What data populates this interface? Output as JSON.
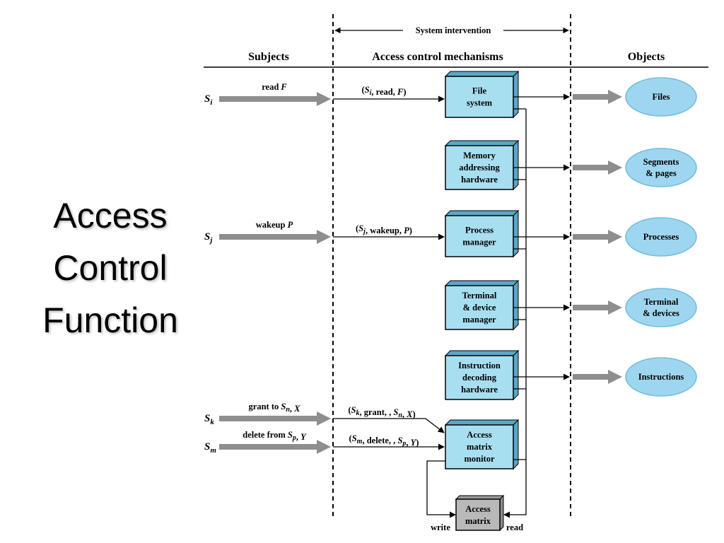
{
  "slide": {
    "title_lines": [
      "Access",
      "Control",
      "Function"
    ]
  },
  "headers": {
    "system_intervention": "System intervention",
    "subjects": "Subjects",
    "mechanisms": "Access control mechanisms",
    "objects": "Objects"
  },
  "subjects": [
    {
      "base": "S",
      "sub": "i"
    },
    {
      "base": "S",
      "sub": "j"
    },
    {
      "base": "S",
      "sub": "k"
    },
    {
      "base": "S",
      "sub": "m"
    }
  ],
  "requests": [
    {
      "parts": [
        {
          "t": "read "
        },
        {
          "t": "F",
          "i": true
        }
      ]
    },
    {
      "parts": [
        {
          "t": "wakeup "
        },
        {
          "t": "P",
          "i": true
        }
      ]
    },
    {
      "parts": [
        {
          "t": "grant    to "
        },
        {
          "t": "S",
          "i": true
        },
        {
          "t": "n",
          "s": true
        },
        {
          "t": ", "
        },
        {
          "t": "X",
          "i": true
        }
      ]
    },
    {
      "parts": [
        {
          "t": "delete    from "
        },
        {
          "t": "S",
          "i": true
        },
        {
          "t": "p",
          "s": true
        },
        {
          "t": ", "
        },
        {
          "t": "Y",
          "i": true
        }
      ]
    }
  ],
  "messages": [
    {
      "parts": [
        {
          "t": "("
        },
        {
          "t": "S",
          "i": true
        },
        {
          "t": "i",
          "s": true
        },
        {
          "t": ", read, "
        },
        {
          "t": "F",
          "i": true
        },
        {
          "t": ")"
        }
      ]
    },
    {
      "parts": [
        {
          "t": "("
        },
        {
          "t": "S",
          "i": true
        },
        {
          "t": "j",
          "s": true
        },
        {
          "t": ", wakeup, "
        },
        {
          "t": "P",
          "i": true
        },
        {
          "t": ")"
        }
      ]
    },
    {
      "parts": [
        {
          "t": "("
        },
        {
          "t": "S",
          "i": true
        },
        {
          "t": "k",
          "s": true
        },
        {
          "t": ", grant,    , "
        },
        {
          "t": "S",
          "i": true
        },
        {
          "t": "n",
          "s": true
        },
        {
          "t": ", "
        },
        {
          "t": "X",
          "i": true
        },
        {
          "t": ")"
        }
      ]
    },
    {
      "parts": [
        {
          "t": "("
        },
        {
          "t": "S",
          "i": true
        },
        {
          "t": "m",
          "s": true
        },
        {
          "t": ", delete,    , "
        },
        {
          "t": "S",
          "i": true
        },
        {
          "t": "p",
          "s": true
        },
        {
          "t": ", "
        },
        {
          "t": "Y",
          "i": true
        },
        {
          "t": ")"
        }
      ]
    }
  ],
  "mechanisms": [
    {
      "lines": [
        "File",
        "system"
      ]
    },
    {
      "lines": [
        "Memory",
        "addressing",
        "hardware"
      ]
    },
    {
      "lines": [
        "Process",
        "manager"
      ]
    },
    {
      "lines": [
        "Terminal",
        "& device",
        "manager"
      ]
    },
    {
      "lines": [
        "Instruction",
        "decoding",
        "hardware"
      ]
    },
    {
      "lines": [
        "Access",
        "matrix",
        "monitor"
      ]
    }
  ],
  "access_matrix": {
    "lines": [
      "Access",
      "matrix"
    ]
  },
  "matrix_io": {
    "write": "write",
    "read": "read"
  },
  "objects": [
    {
      "lines": [
        "Files"
      ]
    },
    {
      "lines": [
        "Segments",
        "& pages"
      ]
    },
    {
      "lines": [
        "Processes"
      ]
    },
    {
      "lines": [
        "Terminal",
        "& devices"
      ]
    },
    {
      "lines": [
        "Instructions"
      ]
    }
  ],
  "colors": {
    "box_fill": "#a8dff0",
    "box_side": "#5aa7c7",
    "object_fill": "#9fd6ef",
    "object_edge": "#6fbde0",
    "matrix_fill": "#b9b9b9",
    "thick_arrow": "#8e8e8e"
  }
}
